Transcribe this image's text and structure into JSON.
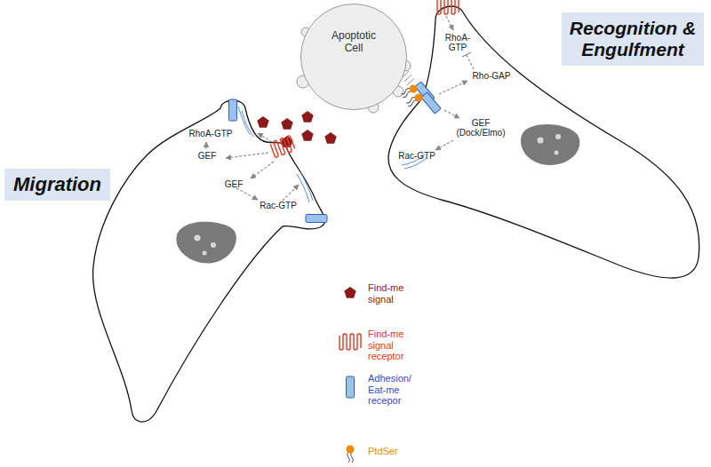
{
  "diagram": {
    "nodes": [
      {
        "text": [
          "Apoptotic Cell"
        ]
      },
      {
        "text": [
          "Migration"
        ]
      },
      {
        "text": [
          "Recognition & Engulfment"
        ]
      }
    ],
    "labels": [
      "RhoA-GTP",
      "GEF",
      "GEF",
      "Rac-GTP",
      "RhoA- GTP",
      "Rho-GAP",
      "GEF (Dock/Elmo)",
      "Rac-GTP"
    ],
    "legend": [
      {
        "text": "Find-me signal"
      },
      {
        "text": "Find-me signal receptor"
      },
      {
        "text": "Adhesion/ Eat-me recepor"
      },
      {
        "text": "PtdSer"
      }
    ]
  }
}
